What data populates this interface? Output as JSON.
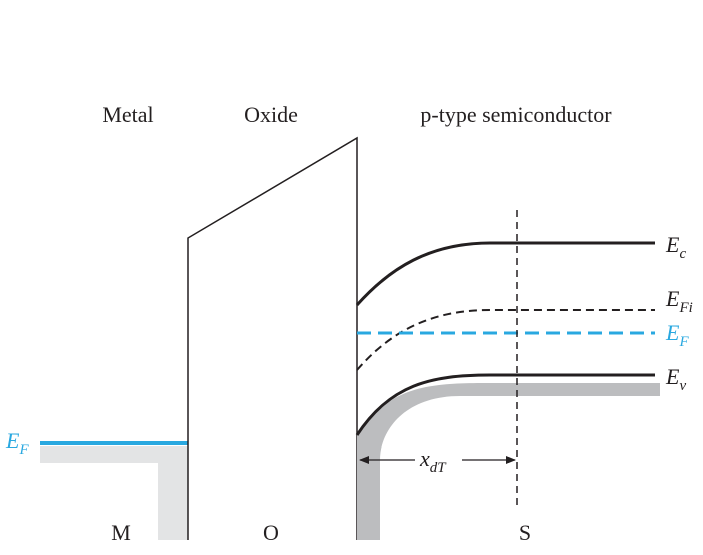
{
  "regions": {
    "metal": "Metal",
    "oxide": "Oxide",
    "semiconductor": "p-type semiconductor"
  },
  "bottom_labels": {
    "m": "M",
    "o": "O",
    "s": "S"
  },
  "levels": {
    "ec": {
      "main": "E",
      "sub": "c"
    },
    "efi": {
      "main": "E",
      "sub": "Fi"
    },
    "ef_semi": {
      "main": "E",
      "sub": "F"
    },
    "ev": {
      "main": "E",
      "sub": "v"
    },
    "ef_metal": {
      "main": "E",
      "sub": "F"
    }
  },
  "depletion_width": {
    "main": "x",
    "sub": "dT"
  },
  "colors": {
    "fermi": "#29a8e0",
    "line": "#231f20",
    "band_shade_semi": "#bcbdbf",
    "band_shade_metal": "#e3e4e5"
  }
}
